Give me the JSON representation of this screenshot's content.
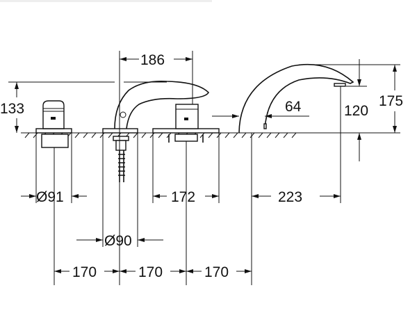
{
  "dimensions": {
    "spout_reach": "186",
    "handle_height": "133",
    "spout_clearance": "64",
    "spout_outlet_height": "120",
    "spout_total_height": "175",
    "handle_base_diameter": "Ø91",
    "mixer_base_width": "172",
    "spout_projection": "223",
    "shower_base_diameter": "Ø90",
    "spacing_1": "170",
    "spacing_2": "170",
    "spacing_3": "170"
  },
  "colors": {
    "line": "#111111",
    "background": "#ffffff"
  }
}
